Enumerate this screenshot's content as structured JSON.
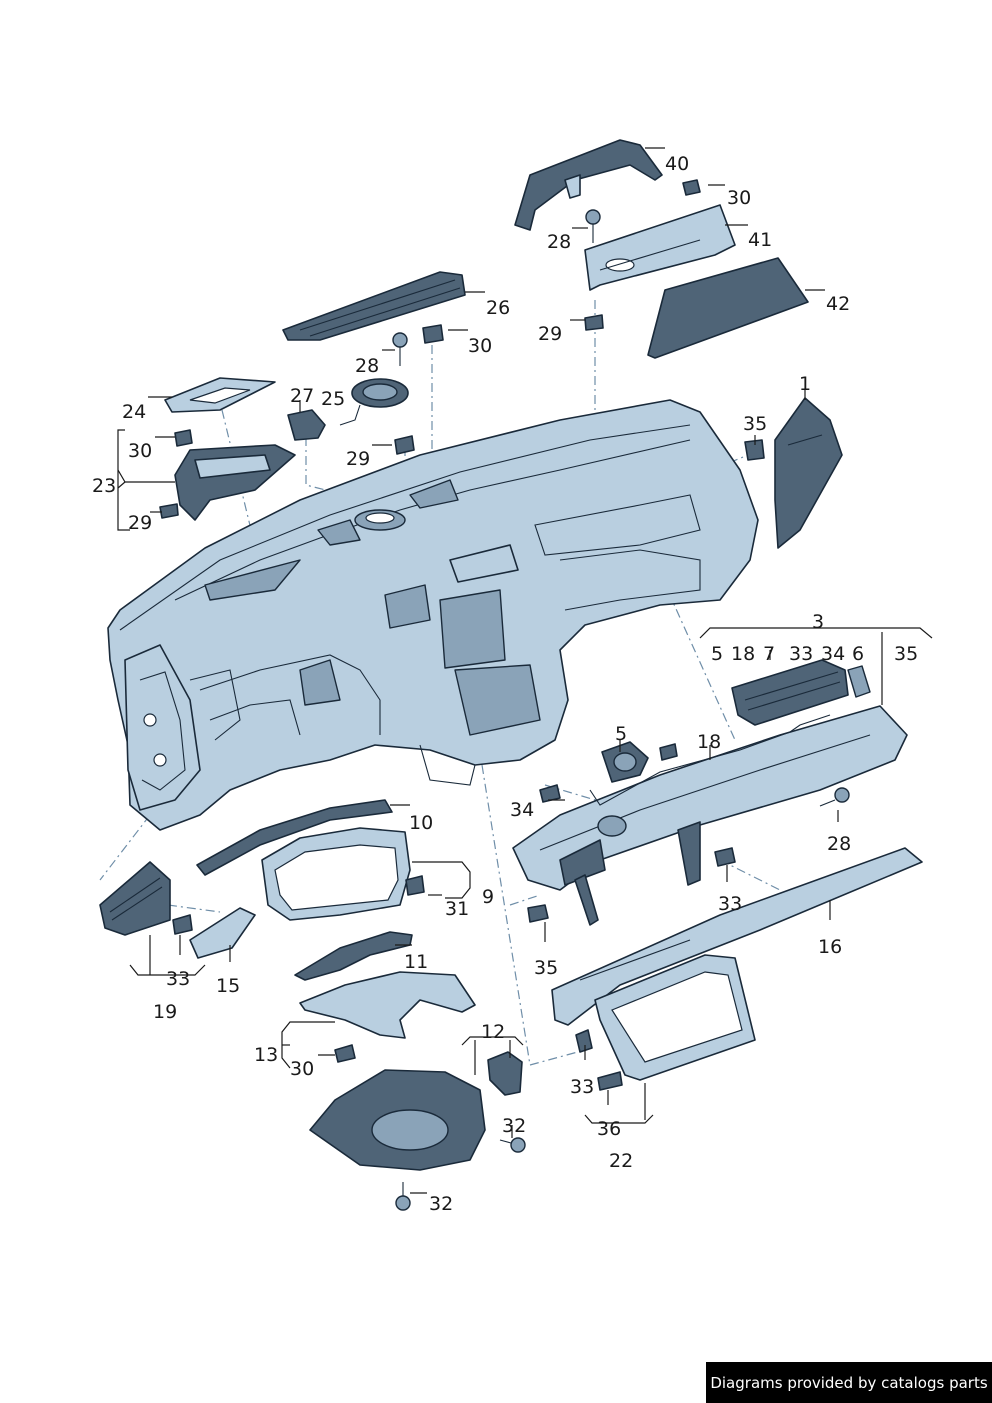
{
  "callouts": {
    "c1": "1",
    "c3": "3",
    "c5a": "5",
    "c5b": "5",
    "c6": "6",
    "c7": "7",
    "c9": "9",
    "c10": "10",
    "c11": "11",
    "c12": "12",
    "c13": "13",
    "c15": "15",
    "c16": "16",
    "c18a": "18",
    "c18b": "18",
    "c19": "19",
    "c22": "22",
    "c23": "23",
    "c24": "24",
    "c25": "25",
    "c26": "26",
    "c27": "27",
    "c28a": "28",
    "c28b": "28",
    "c28c": "28",
    "c29a": "29",
    "c29b": "29",
    "c29c": "29",
    "c30a": "30",
    "c30b": "30",
    "c30c": "30",
    "c30d": "30",
    "c31": "31",
    "c32a": "32",
    "c32b": "32",
    "c33a": "33",
    "c33b": "33",
    "c33c": "33",
    "c33d": "33",
    "c34a": "34",
    "c34b": "34",
    "c35a": "35",
    "c35b": "35",
    "c35c": "35",
    "c36": "36",
    "c40": "40",
    "c41": "41",
    "c42": "42"
  },
  "footer": {
    "text": "Diagrams provided by catalogs parts"
  },
  "colors": {
    "part_fill": "#b9cfe0",
    "part_dark": "#4f6477",
    "outline": "#1a2a3a",
    "centerline": "#6f8ea8"
  }
}
